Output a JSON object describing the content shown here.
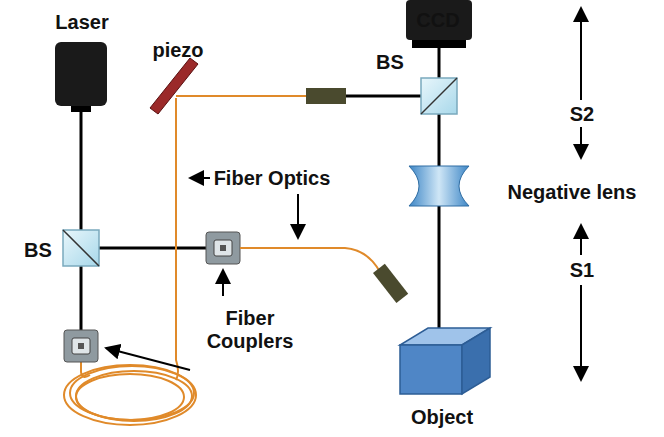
{
  "diagram": {
    "labels": [
      "CCD",
      "Laser",
      "piezo",
      "BS",
      "S2",
      "Fiber Optics",
      "Negative lens",
      "BS",
      "S1",
      "Fiber Couplers",
      "Object"
    ]
  }
}
